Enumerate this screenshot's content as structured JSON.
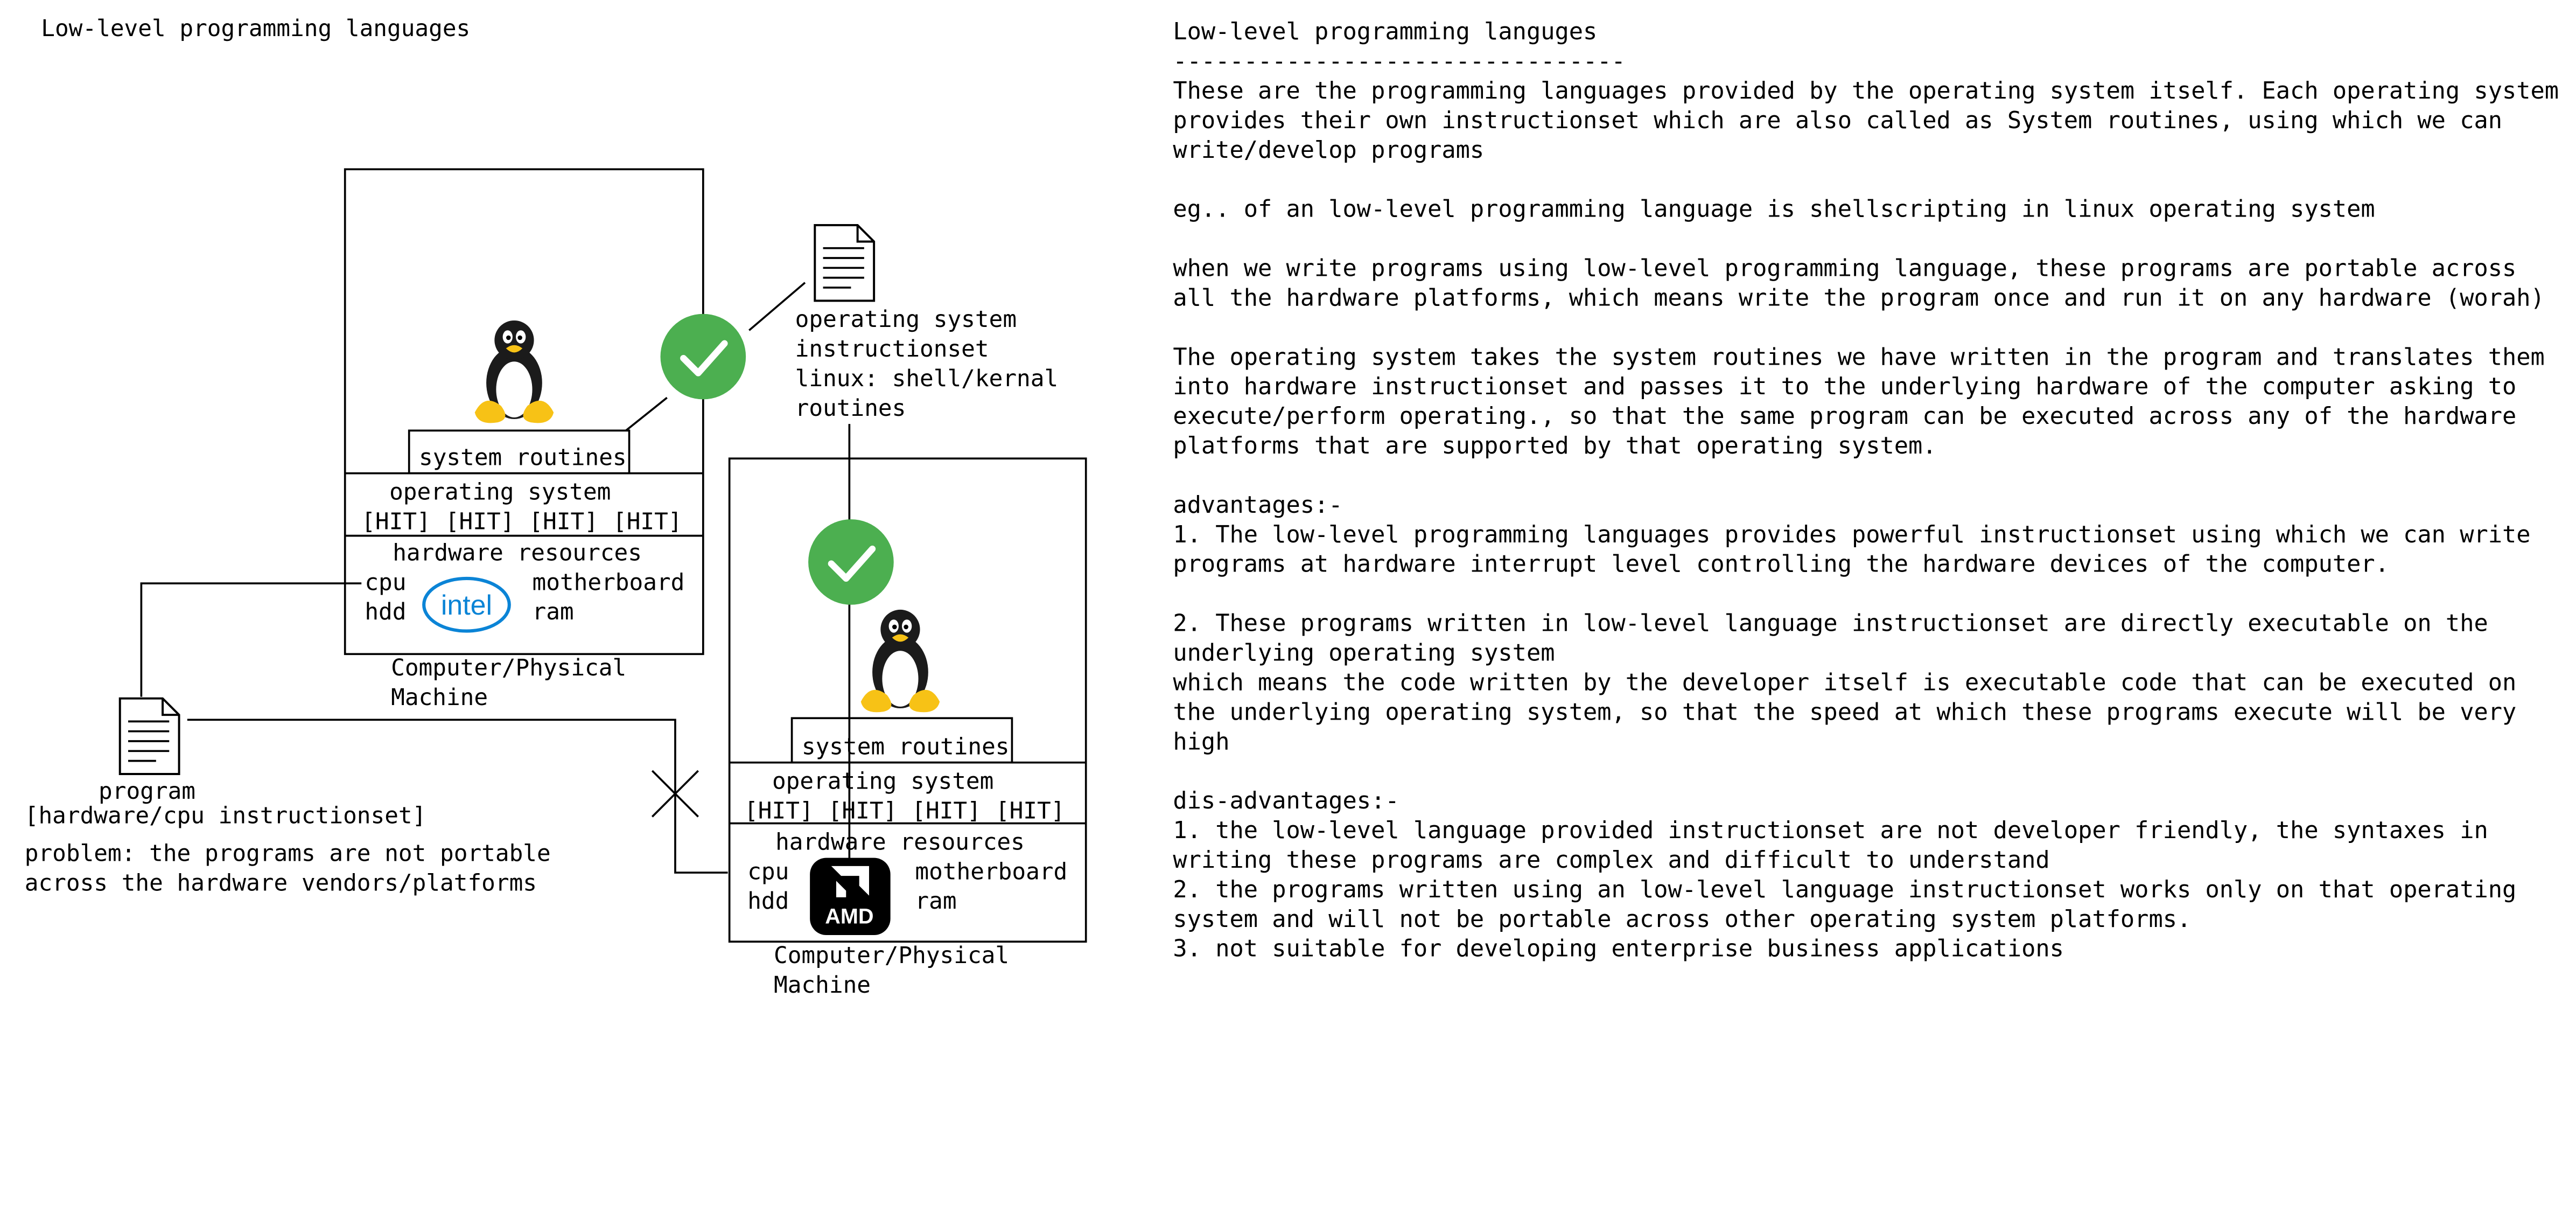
{
  "diagram": {
    "page_title": "Low-level programming languages",
    "left_machine": {
      "system_routines": "system routines",
      "operating_system": "operating system",
      "hit_slots": [
        "[HIT]",
        "[HIT]",
        "[HIT]",
        "[HIT]"
      ],
      "hardware_resources": "hardware resources",
      "hw_left": [
        "cpu",
        "hdd"
      ],
      "hw_right": [
        "motherboard",
        "ram"
      ],
      "chip_logo": "intel",
      "caption": [
        "Computer/Physical",
        "Machine"
      ]
    },
    "right_machine": {
      "system_routines": "system routines",
      "operating_system": "operating system",
      "hit_slots": [
        "[HIT]",
        "[HIT]",
        "[HIT]",
        "[HIT]"
      ],
      "hardware_resources": "hardware resources",
      "hw_left": [
        "cpu",
        "hdd"
      ],
      "hw_right": [
        "motherboard",
        "ram"
      ],
      "chip_logo": "AMD",
      "caption": [
        "Computer/Physical",
        "Machine"
      ]
    },
    "os_instructionset_note": [
      "operating system",
      "instructionset",
      "linux: shell/kernal",
      "routines"
    ],
    "program": {
      "label": "program",
      "instructionset": "[hardware/cpu instructionset]"
    },
    "problem": [
      "problem: the programs are not portable",
      "across the hardware vendors/platforms"
    ],
    "colors": {
      "check_green": "#4caf50",
      "intel_blue": "#0b84d6",
      "tux_yellow": "#f7c216",
      "amd_black": "#000000"
    },
    "icons": [
      "linux-tux-icon",
      "check-icon",
      "document-icon",
      "intel-logo-icon",
      "amd-logo-icon",
      "cross-icon"
    ]
  },
  "notes": {
    "title": "Low-level programming languges",
    "underline": "--------------------------------",
    "paragraphs": [
      [
        "These are the programming languages provided by the operating system itself. Each operating system",
        "provides their own instructionset which are also called as System routines, using which we can",
        "write/develop programs"
      ],
      [
        "eg.. of an low-level programming language is shellscripting in linux operating system"
      ],
      [
        "when we write programs using low-level programming language, these programs are portable across",
        "all the hardware platforms, which means write the program once and run it on any hardware (worah)"
      ],
      [
        "The operating system takes the system routines we have written in the program and translates them",
        "into hardware instructionset and passes it to the underlying hardware of the computer asking to",
        "execute/perform operating., so that the same program can be executed across any of the hardware",
        "platforms that are supported by that operating system."
      ],
      [
        "advantages:-",
        "1. The low-level programming languages provides powerful instructionset using which we can write",
        "programs at hardware interrupt level controlling the hardware devices of the computer."
      ],
      [
        "2. These programs written in low-level language instructionset are directly executable on the",
        "underlying operating system",
        "which means the code written by the developer itself is executable code that can be executed on",
        "the underlying operating system, so that the speed at which these programs execute will be very",
        "high"
      ],
      [
        "dis-advantages:-",
        "1. the low-level language provided instructionset are not developer friendly, the syntaxes in",
        "writing these programs are complex and difficult to understand",
        "2. the programs written using an low-level language instructionset works only on that operating",
        "system and will not be portable across other operating system platforms.",
        "3. not suitable for developing enterprise business applications"
      ]
    ]
  }
}
